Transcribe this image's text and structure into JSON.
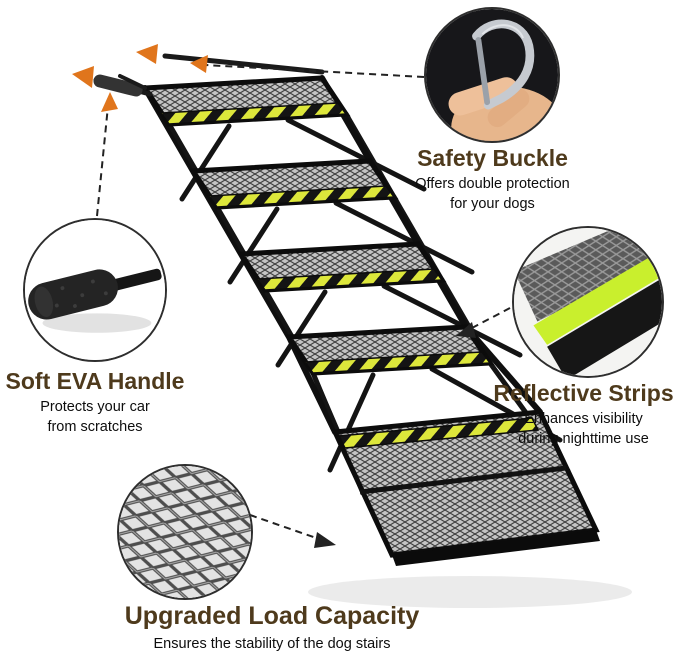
{
  "colors": {
    "heading": "#4e3a1c",
    "accent_orange": "#e0751c",
    "hazard_yellow": "#dde73b",
    "reflective_green": "#c9ef2d",
    "frame_black": "#141414"
  },
  "callouts": {
    "safety_buckle": {
      "title": "Safety Buckle",
      "line1": "Offers double protection",
      "line2": "for your dogs"
    },
    "eva_handle": {
      "title": "Soft EVA Handle",
      "line1": "Protects your car",
      "line2": "from scratches"
    },
    "reflective_strips": {
      "title": "Reflective Strips",
      "line1": "Enhances visibility",
      "line2": "during nighttime use"
    },
    "load_capacity": {
      "title": "Upgraded Load Capacity",
      "line1": "Ensures the stability of the dog stairs"
    }
  }
}
